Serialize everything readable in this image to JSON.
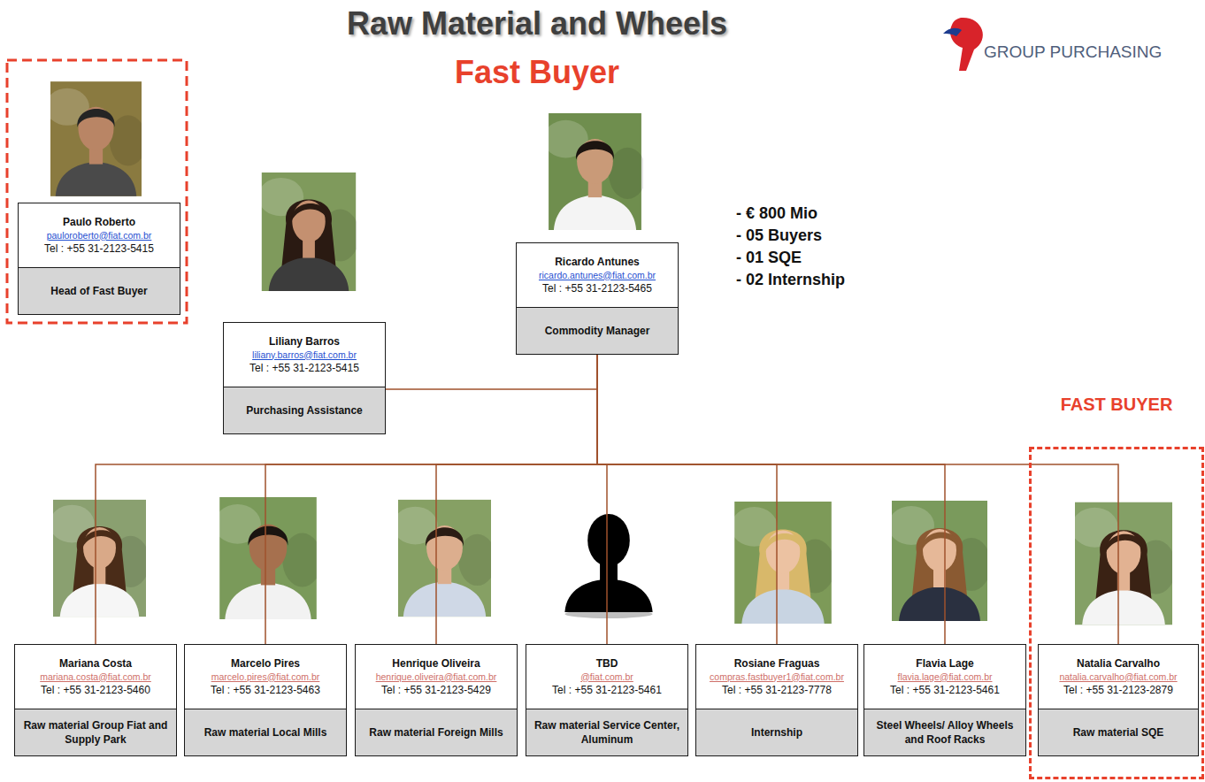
{
  "diagram": {
    "title": "Raw Material and Wheels",
    "nodes": [
      {
        "text": [
          "Paulo Roberto",
          "pauloroberto@fiat.com.br",
          "Tel : +55 31-2123-5415",
          "Head of Fast Buyer"
        ]
      },
      {
        "text": [
          "Ricardo Antunes",
          "ricardo.antunes@fiat.com.br",
          "Tel : +55 31-2123-5465",
          "Commodity Manager"
        ]
      },
      {
        "text": [
          "Liliany Barros",
          "liliany.barros@fiat.com.br",
          "Tel : +55 31-2123-5415",
          "Purchasing Assistance"
        ]
      },
      {
        "text": [
          "Mariana Costa",
          "mariana.costa@fiat.com.br",
          "Tel : +55 31-2123-5460",
          "Raw material Group Fiat and Supply Park"
        ]
      },
      {
        "text": [
          "Marcelo Pires",
          "marcelo.pires@fiat.com.br",
          "Tel : +55 31-2123-5463",
          "Raw material Local Mills"
        ]
      },
      {
        "text": [
          "Henrique Oliveira",
          "henrique.oliveira@fiat.com.br",
          "Tel : +55 31-2123-5429",
          "Raw material Foreign Mills"
        ]
      },
      {
        "text": [
          "TBD",
          "@fiat.com.br",
          "Tel : +55 31-2123-5461",
          "Raw material Service Center, Aluminum"
        ]
      },
      {
        "text": [
          "Rosiane Fraguas",
          "compras.fastbuyer1@fiat.com.br",
          "Tel : +55 31-2123-7778",
          "Internship"
        ]
      },
      {
        "text": [
          "Flavia Lage",
          "flavia.lage@fiat.com.br",
          "Tel : +55 31-2123-5461",
          "Steel Wheels/ Alloy Wheels and Roof Racks"
        ]
      },
      {
        "text": [
          "FAST BUYER"
        ]
      },
      {
        "text": [
          "Natalia Carvalho",
          "natalia.carvalho@fiat.com.br",
          "Tel : +55 31-2123-2879",
          "Raw material SQE"
        ],
        "in": 9
      }
    ],
    "edges": [
      {
        "from": 1,
        "to": 2,
        "arrow": "none"
      },
      {
        "from": 1,
        "to": 3,
        "arrow": "none"
      },
      {
        "from": 1,
        "to": 4,
        "arrow": "none"
      },
      {
        "from": 1,
        "to": 5,
        "arrow": "none"
      },
      {
        "from": 1,
        "to": 6,
        "arrow": "none"
      },
      {
        "from": 1,
        "to": 7,
        "arrow": "none"
      },
      {
        "from": 1,
        "to": 8,
        "arrow": "none"
      },
      {
        "from": 1,
        "to": 10,
        "arrow": "none"
      }
    ],
    "labels": [
      "Fast Buyer",
      "GROUP PURCHASING",
      "- € 800 Mio",
      "- 05 Buyers",
      "- 01 SQE",
      "- 02 Internship"
    ]
  }
}
